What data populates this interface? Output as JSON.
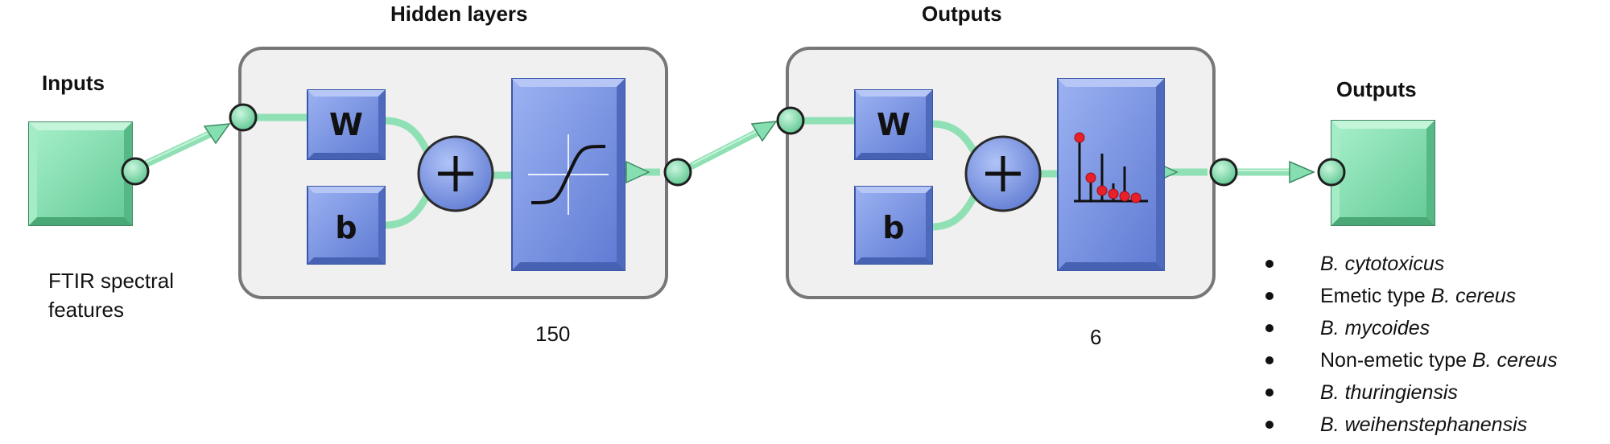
{
  "headings": {
    "inputs": "Inputs",
    "hidden_layers": "Hidden layers",
    "outputs_layer": "Outputs",
    "outputs": "Outputs"
  },
  "input_description": "FTIR spectral features",
  "hidden_layer": {
    "size": "150",
    "weight_label": "W",
    "bias_label": "b",
    "transfer": "sigmoid"
  },
  "output_layer": {
    "size": "6",
    "weight_label": "W",
    "bias_label": "b",
    "transfer": "softmax"
  },
  "output_classes": [
    {
      "prefix": "",
      "species": "B. cytotoxicus",
      "suffix": ""
    },
    {
      "prefix": "Emetic type ",
      "species": "B. cereus",
      "suffix": ""
    },
    {
      "prefix": "",
      "species": "B. mycoides",
      "suffix": ""
    },
    {
      "prefix": "Non-emetic type ",
      "species": "B. cereus",
      "suffix": ""
    },
    {
      "prefix": "",
      "species": "B. thuringiensis",
      "suffix": ""
    },
    {
      "prefix": "",
      "species": "B. weihenstephanensis",
      "suffix": ""
    }
  ],
  "colors": {
    "node_green": "#86dfb0",
    "connector_green": "#8fe0b4",
    "block_blue": "#7c98e6",
    "layer_border": "#777777",
    "softmax_red": "#e8202a"
  }
}
